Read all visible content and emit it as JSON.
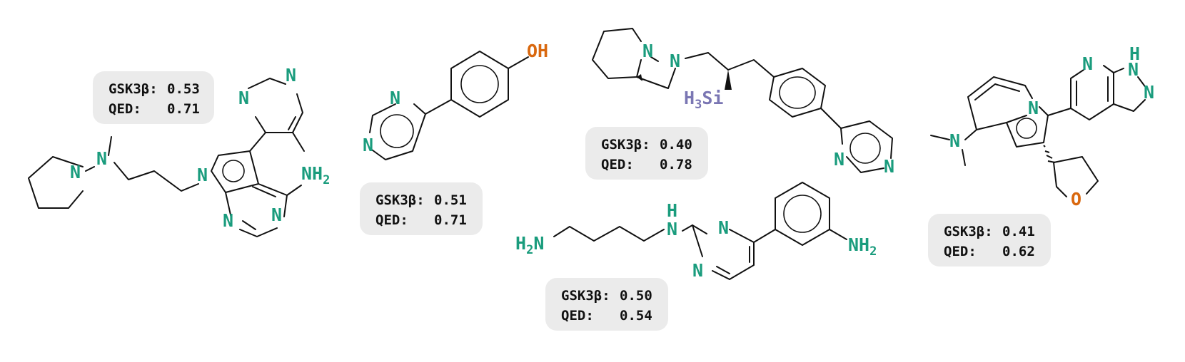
{
  "colors": {
    "nitrogen": "#1a9c7d",
    "oxygen": "#d9680f",
    "silicon": "#7a76b3",
    "bond": "#111111",
    "card_bg": "#ebebeb"
  },
  "atoms": {
    "N": "N",
    "NH": "NH",
    "NH2": "NH",
    "H": "H",
    "H2N": "H",
    "OH": "OH",
    "O": "O",
    "H3Si": "H",
    "sub2": "2",
    "sub3": "3",
    "N_after_sub": "N",
    "Si_after_sub": "Si"
  },
  "molecules": [
    {
      "gsk_label": "GSK3β:",
      "gsk_value": "0.53",
      "qed_label": "QED:",
      "qed_value": "0.71"
    },
    {
      "gsk_label": "GSK3β:",
      "gsk_value": "0.51",
      "qed_label": "QED:",
      "qed_value": "0.71"
    },
    {
      "gsk_label": "GSK3β:",
      "gsk_value": "0.40",
      "qed_label": "QED:",
      "qed_value": "0.78"
    },
    {
      "gsk_label": "GSK3β:",
      "gsk_value": "0.50",
      "qed_label": "QED:",
      "qed_value": "0.54"
    },
    {
      "gsk_label": "GSK3β:",
      "gsk_value": "0.41",
      "qed_label": "QED:",
      "qed_value": "0.62"
    }
  ]
}
